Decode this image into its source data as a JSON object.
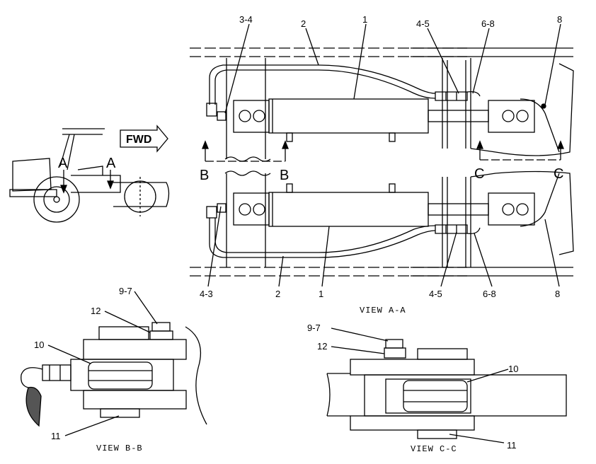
{
  "main_view": {
    "caption": "VIEW  A-A",
    "section_b_left": "B",
    "section_b_right": "B",
    "section_c_left": "C",
    "section_c_right": "C",
    "callouts_top": [
      "3-4",
      "2",
      "1",
      "4-5",
      "6-8",
      "8"
    ],
    "callouts_bottom": [
      "4-3",
      "2",
      "1",
      "4-5",
      "6-8",
      "8"
    ]
  },
  "machine_view": {
    "fwd_label": "FWD",
    "arrow_left": "A",
    "arrow_right": "A"
  },
  "view_b": {
    "caption": "VIEW  B-B",
    "callouts": [
      "9-7",
      "12",
      "10",
      "11"
    ]
  },
  "view_c": {
    "caption": "VIEW  C-C",
    "callouts": [
      "9-7",
      "12",
      "10",
      "11"
    ]
  }
}
